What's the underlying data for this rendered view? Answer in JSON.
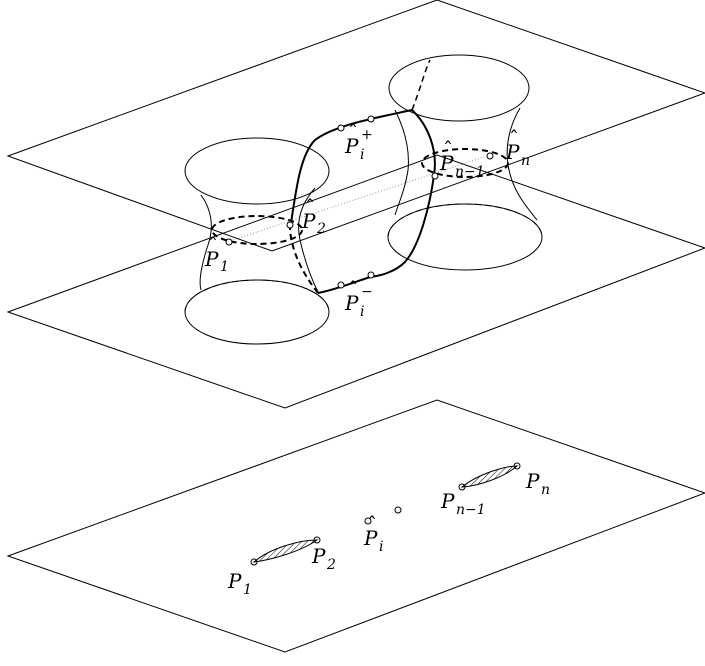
{
  "labels": {
    "p1_hat": {
      "base": "P",
      "sub": "1"
    },
    "p2_hat": {
      "base": "P",
      "sub": "2"
    },
    "pi_plus": {
      "base": "P",
      "sub": "i",
      "sup": "+"
    },
    "pi_minus": {
      "base": "P",
      "sub": "i",
      "sup": "−"
    },
    "pn1_hat": {
      "base": "P",
      "sub": "n−1"
    },
    "pn_hat": {
      "base": "P",
      "sub": "n"
    },
    "p1": {
      "base": "P",
      "sub": "1"
    },
    "p2": {
      "base": "P",
      "sub": "2"
    },
    "pi": {
      "base": "P",
      "sub": "i"
    },
    "pn1": {
      "base": "P",
      "sub": "n−1"
    },
    "pn": {
      "base": "P",
      "sub": "n"
    }
  },
  "colors": {
    "stroke": "#000000",
    "dotted_line": "#999999",
    "hatch": "#000000"
  }
}
